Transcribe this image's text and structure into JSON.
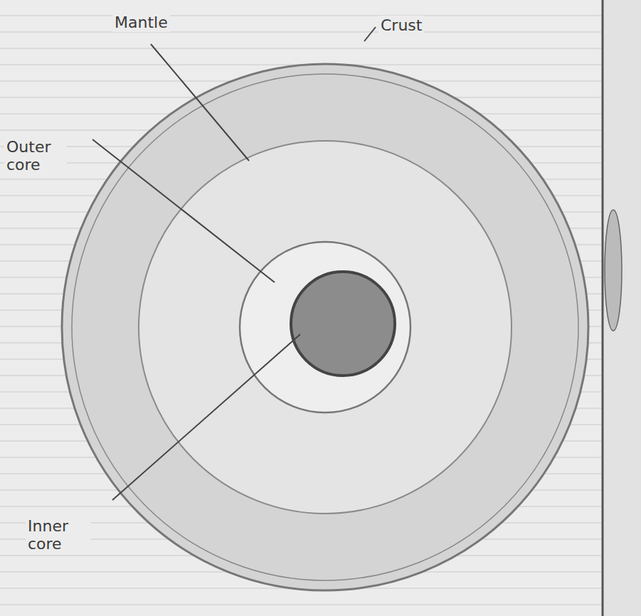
{
  "diagram": {
    "labels": [
      "Mantle",
      "Crust",
      "Outer core",
      "Inner core"
    ]
  }
}
